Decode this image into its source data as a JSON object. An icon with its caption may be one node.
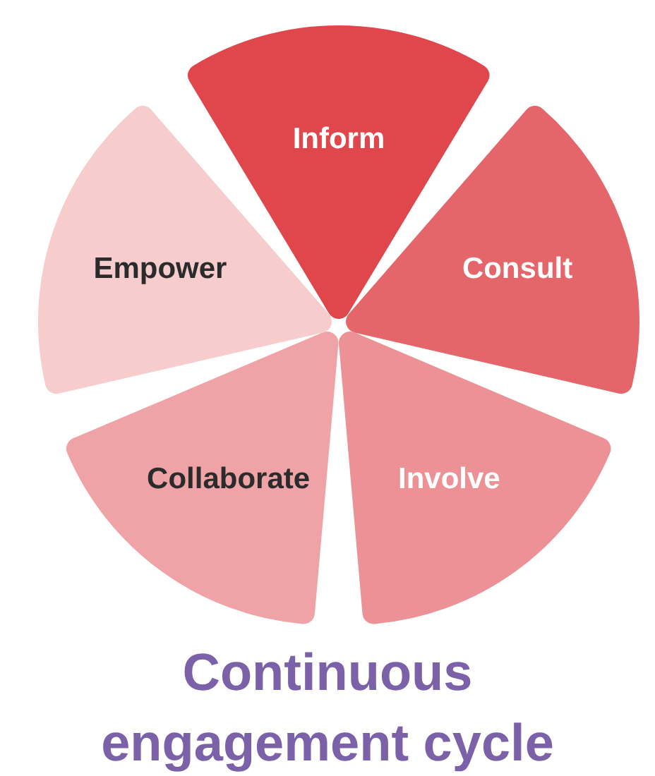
{
  "diagram": {
    "title": "Continuous engagement cycle",
    "nodes": [
      {
        "text": [
          "Inform"
        ]
      },
      {
        "text": [
          "Consult"
        ]
      },
      {
        "text": [
          "Involve"
        ]
      },
      {
        "text": [
          "Collaborate"
        ]
      },
      {
        "text": [
          "Empower"
        ]
      }
    ]
  }
}
